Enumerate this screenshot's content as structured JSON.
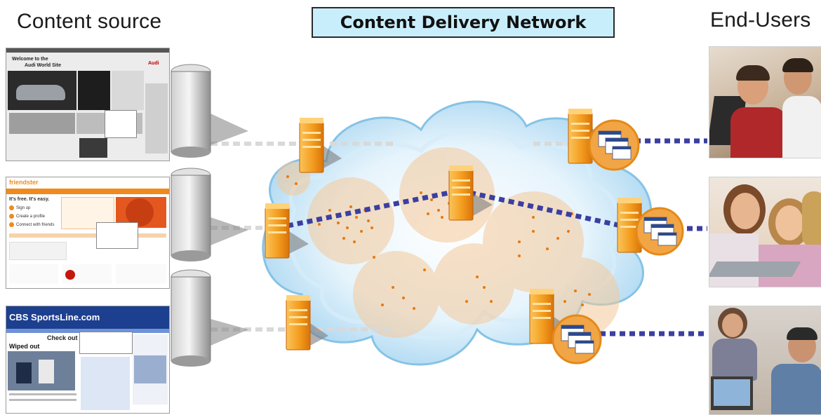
{
  "headings": {
    "content_source": "Content source",
    "cdn": "Content Delivery Network",
    "end_users": "End-Users"
  },
  "source_sites": [
    {
      "id": "audi",
      "text_lines": [
        "Welcome to the",
        "Audi World Site"
      ],
      "logo_text": "Audi"
    },
    {
      "id": "friendster",
      "brand": "friendster",
      "tagline": "It's free. It's easy.",
      "links": [
        "Sign up",
        "Create a profile",
        "Connect with friends"
      ]
    },
    {
      "id": "sportsline",
      "brand": "CBS SportsLine.com",
      "headline": "Check out The New W",
      "subhead": "Wiped out"
    }
  ],
  "colors": {
    "cloud": "#bfe3f7",
    "cloud_edge": "#8fc8ea",
    "coverage": "#f4c99a",
    "link_dots": "#3b3fa0",
    "server_orange": "#f39c1e",
    "origin_grey": "#9c9c9c"
  },
  "icons": [
    "origin-server-icon",
    "edge-server-icon",
    "web-page-bubble-icon",
    "user-photo"
  ]
}
